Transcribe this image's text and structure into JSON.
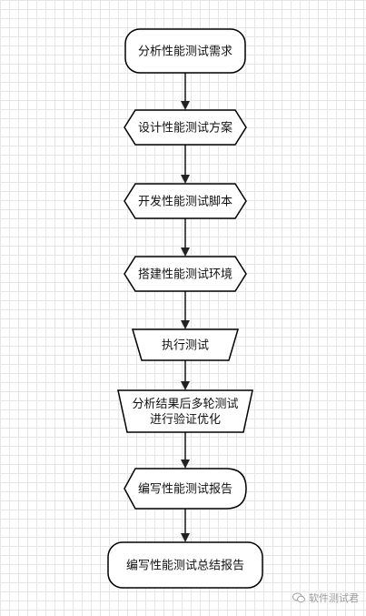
{
  "flowchart": {
    "nodes": [
      {
        "id": "n1",
        "shape": "rounded-rect",
        "lines": [
          "分析性能测试需求"
        ]
      },
      {
        "id": "n2",
        "shape": "hexagon",
        "lines": [
          "设计性能测试方案"
        ]
      },
      {
        "id": "n3",
        "shape": "hexagon",
        "lines": [
          "开发性能测试脚本"
        ]
      },
      {
        "id": "n4",
        "shape": "hexagon",
        "lines": [
          "搭建性能测试环境"
        ]
      },
      {
        "id": "n5",
        "shape": "trapezoid",
        "lines": [
          "执行测试"
        ]
      },
      {
        "id": "n6",
        "shape": "trapezoid",
        "lines": [
          "分析结果后多轮测试",
          "进行验证优化"
        ]
      },
      {
        "id": "n7",
        "shape": "display",
        "lines": [
          "编写性能测试报告"
        ]
      },
      {
        "id": "n8",
        "shape": "rounded-rect",
        "lines": [
          "编写性能测试总结报告"
        ]
      }
    ],
    "edges": [
      {
        "from": "n1",
        "to": "n2"
      },
      {
        "from": "n2",
        "to": "n3"
      },
      {
        "from": "n3",
        "to": "n4"
      },
      {
        "from": "n4",
        "to": "n5"
      },
      {
        "from": "n5",
        "to": "n6"
      },
      {
        "from": "n6",
        "to": "n7"
      },
      {
        "from": "n7",
        "to": "n8"
      }
    ]
  },
  "watermark": {
    "text": "软件测试君",
    "icon": "wechat-icon"
  }
}
